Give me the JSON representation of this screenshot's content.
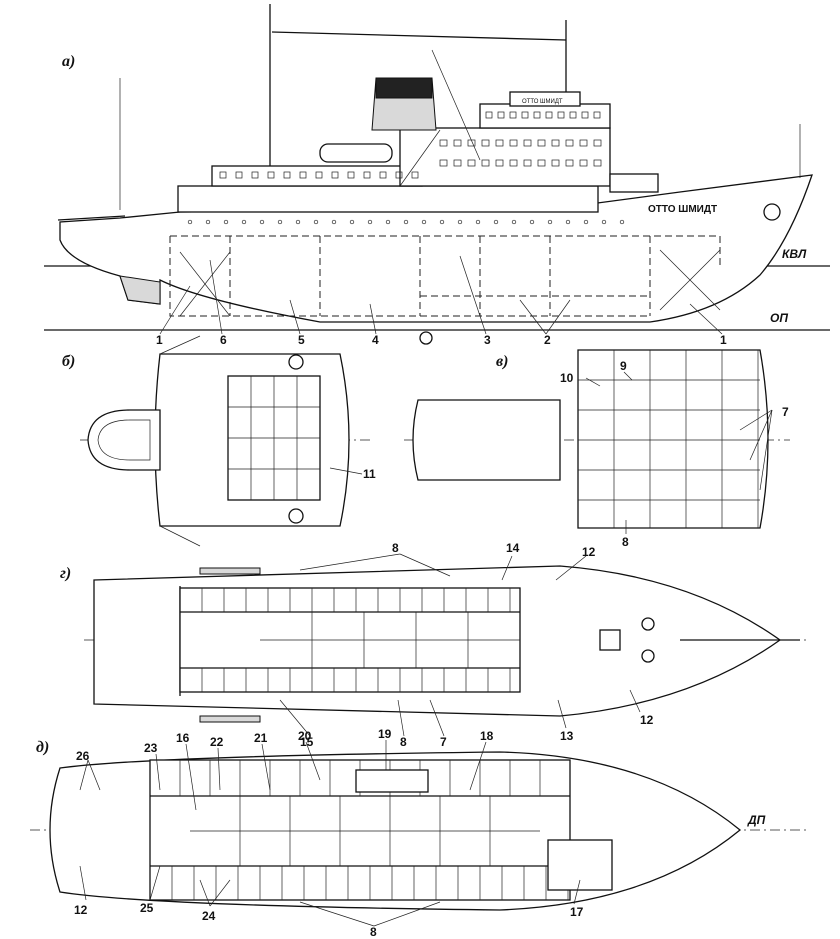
{
  "sections": {
    "a": "а)",
    "b": "б)",
    "v": "в)",
    "g": "г)",
    "d": "д)"
  },
  "ship_name": "ОТТО ШМИДТ",
  "line_labels": {
    "kvl": "КВЛ",
    "op": "ОП",
    "dp": "ДП"
  },
  "callouts": {
    "c1": "1",
    "c2": "2",
    "c3": "3",
    "c4": "4",
    "c5": "5",
    "c6": "6",
    "c7": "7",
    "c8": "8",
    "c9": "9",
    "c10": "10",
    "c11": "11",
    "c12": "12",
    "c13": "13",
    "c14": "14",
    "c15": "15",
    "c16": "16",
    "c17": "17",
    "c18": "18",
    "c19": "19",
    "c20": "20",
    "c21": "21",
    "c22": "22",
    "c23": "23",
    "c24": "24",
    "c25": "25",
    "c26": "26"
  }
}
